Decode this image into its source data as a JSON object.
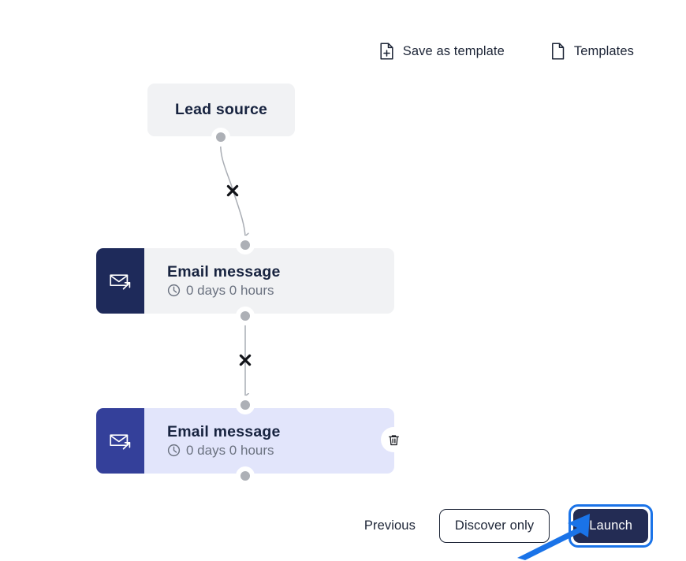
{
  "toolbar": {
    "save_as_template_label": "Save as template",
    "save_as_template_icon": "document-plus-icon",
    "templates_label": "Templates",
    "templates_icon": "document-icon"
  },
  "flow": {
    "nodes": [
      {
        "id": "lead-source",
        "type": "trigger",
        "title": "Lead source",
        "selected": false,
        "background": "#f1f2f4"
      },
      {
        "id": "email-message-1",
        "type": "email",
        "title": "Email message",
        "delay": "0 days 0 hours",
        "delay_icon": "clock-icon",
        "node_icon": "email-send-icon",
        "selected": false,
        "background": "#f1f2f4",
        "icon_panel_color": "#1e2a5a"
      },
      {
        "id": "email-message-2",
        "type": "email",
        "title": "Email message",
        "delay": "0 days 0 hours",
        "delay_icon": "clock-icon",
        "node_icon": "email-send-icon",
        "selected": true,
        "background": "#e2e5fb",
        "icon_panel_color": "#34409a",
        "delete_icon": "trash-icon"
      }
    ],
    "edges": [
      {
        "id": "edge-1",
        "from": "lead-source",
        "to": "email-message-1",
        "style": "curved",
        "remove_icon": "x-icon"
      },
      {
        "id": "edge-2",
        "from": "email-message-1",
        "to": "email-message-2",
        "style": "straight",
        "remove_icon": "x-icon"
      }
    ],
    "port_color": "#adb0b6",
    "edge_color": "#a9adb4"
  },
  "footer": {
    "previous_label": "Previous",
    "discover_only_label": "Discover only",
    "launch_label": "Launch",
    "launch_focus_ring_color": "#1a73e8",
    "launch_background": "#232c54"
  },
  "annotation": {
    "arrow_color": "#1a73e8",
    "points_to": "Launch"
  }
}
